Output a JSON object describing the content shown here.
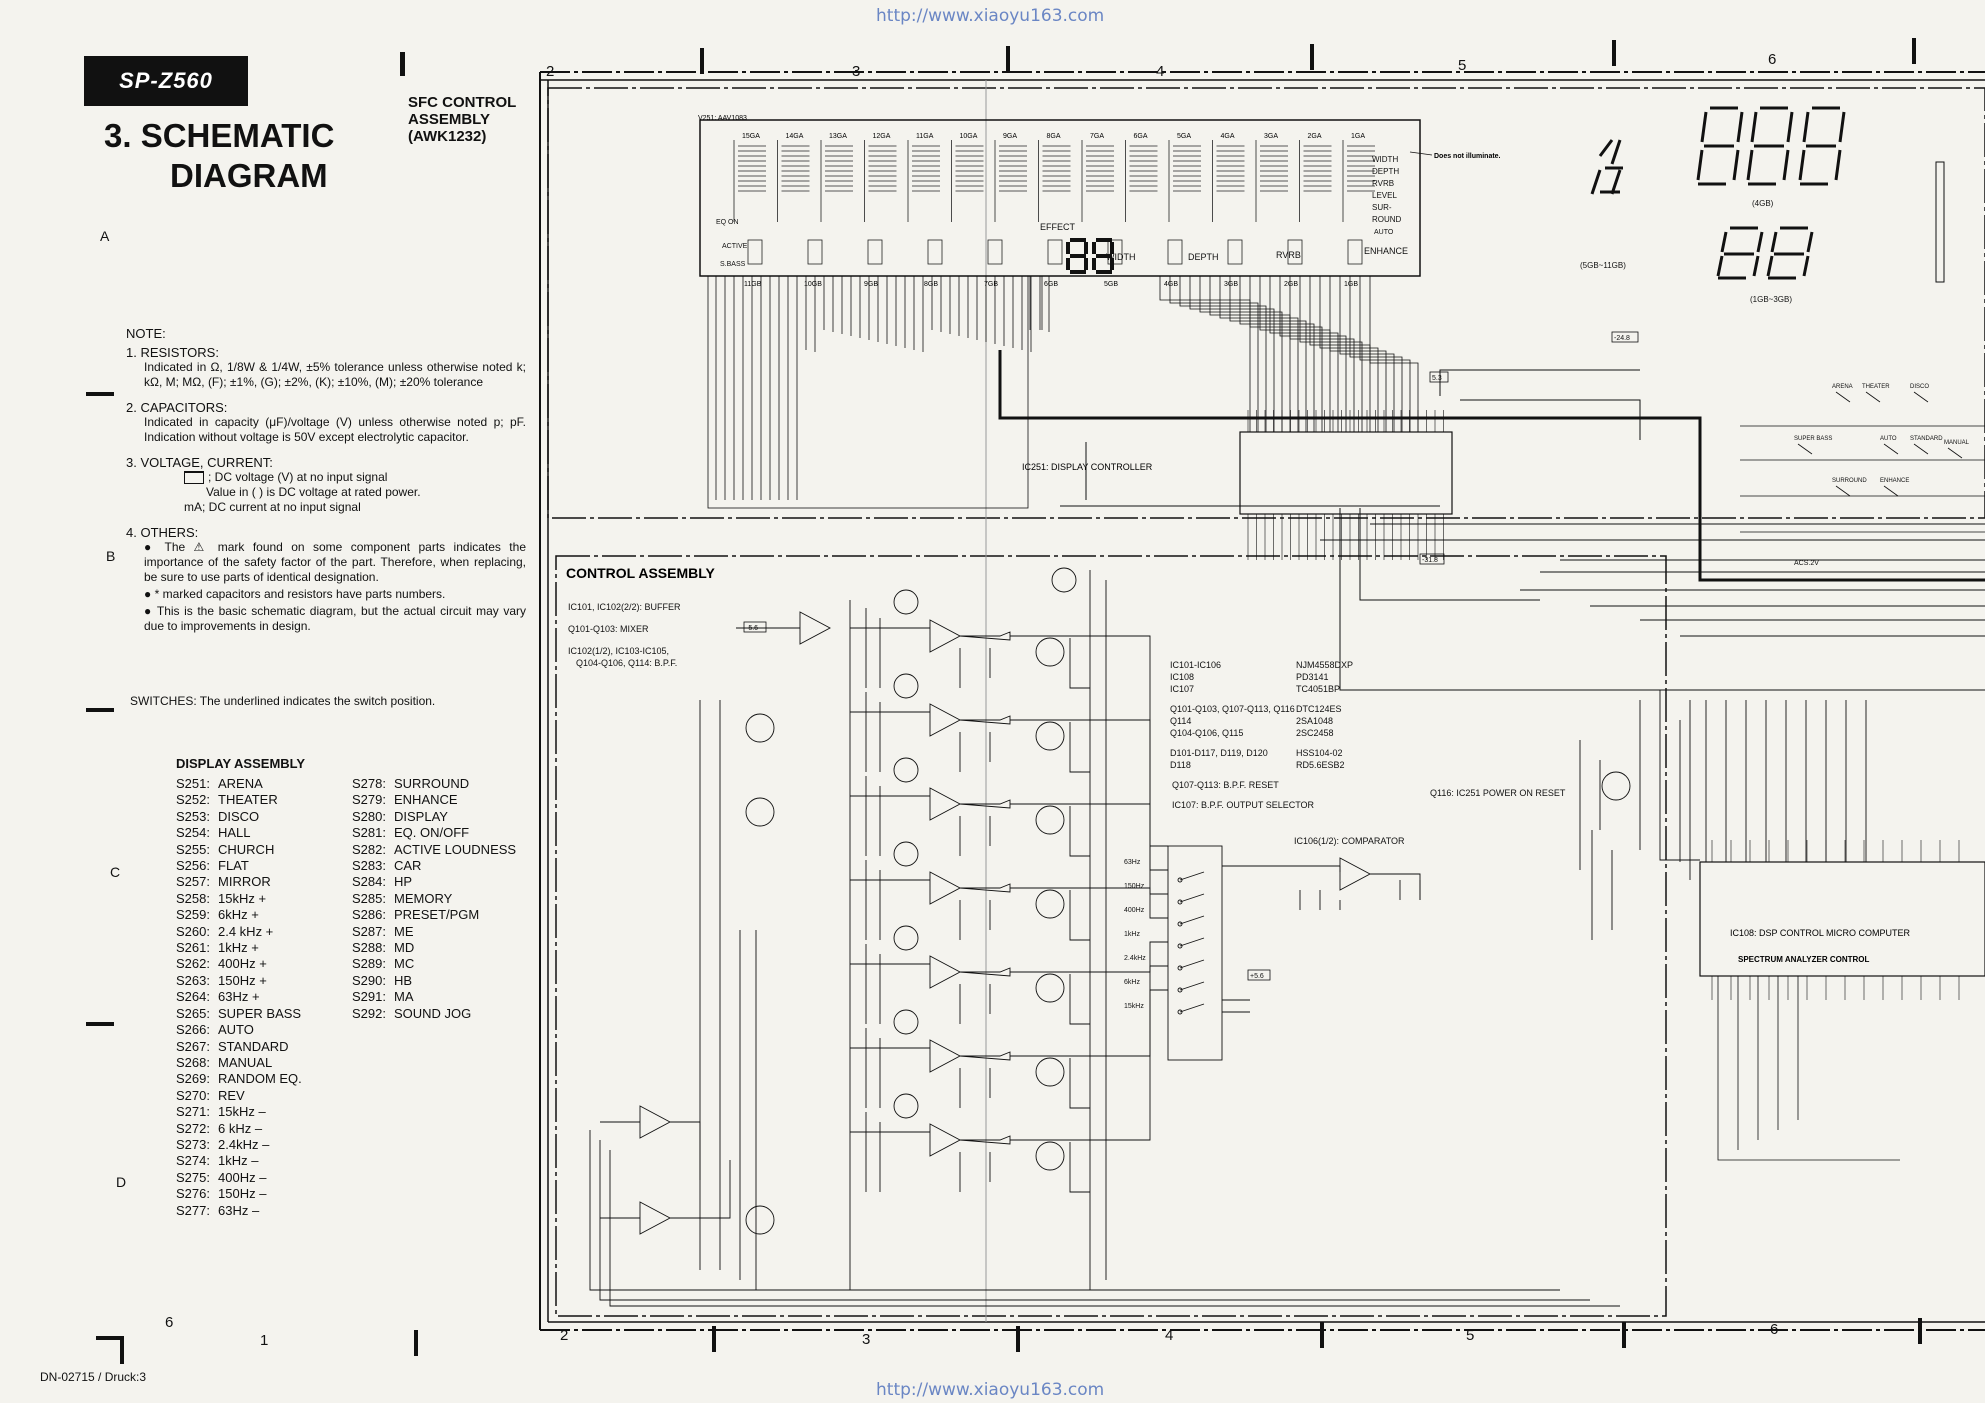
{
  "watermark_top": "http://www.xiaoyu163.com",
  "watermark_bottom": "http://www.xiaoyu163.com",
  "model": "SP-Z560",
  "section_title": [
    "3. SCHEMATIC",
    "DIAGRAM"
  ],
  "sfc_title": [
    "SFC CONTROL",
    "ASSEMBLY",
    "(AWK1232)"
  ],
  "row_letters": [
    "A",
    "B",
    "C",
    "D"
  ],
  "col_top": [
    "2",
    "3",
    "4",
    "5",
    "6"
  ],
  "col_bottom": [
    "2",
    "3",
    "4",
    "5",
    "6"
  ],
  "page_corner_left": "6",
  "page_corner_num": "1",
  "notes": {
    "heading": "NOTE:",
    "items": [
      {
        "title": "1. RESISTORS:",
        "body": "Indicated in Ω, 1/8W & 1/4W, ±5% tolerance unless otherwise noted k; kΩ, M; MΩ, (F); ±1%, (G); ±2%, (K); ±10%, (M); ±20% tolerance"
      },
      {
        "title": "2. CAPACITORS:",
        "body": "Indicated in capacity (μF)/voltage (V) unless otherwise noted p; pF. Indication without voltage is 50V except electrolytic capacitor."
      },
      {
        "title": "3. VOLTAGE, CURRENT:",
        "lines": [
          "; DC voltage (V) at no input signal",
          "Value in (   ) is DC voltage at rated power.",
          "mA; DC current at no input signal"
        ]
      },
      {
        "title": "4. OTHERS:",
        "bullets": [
          "The ⚠ mark found on some component parts indicates the importance of the safety factor of the part. Therefore, when replacing, be sure to use parts of identical designation.",
          "* marked capacitors and resistors have parts numbers.",
          "This is the basic schematic diagram, but the actual circuit may vary due to improvements in design."
        ]
      }
    ]
  },
  "switch_note": "SWITCHES: The underlined indicates the switch position.",
  "display_assembly": {
    "title": "DISPLAY ASSEMBLY",
    "col1": [
      [
        "S251:",
        "ARENA"
      ],
      [
        "S252:",
        "THEATER"
      ],
      [
        "S253:",
        "DISCO"
      ],
      [
        "S254:",
        "HALL"
      ],
      [
        "S255:",
        "CHURCH"
      ],
      [
        "S256:",
        "FLAT"
      ],
      [
        "S257:",
        "MIRROR"
      ],
      [
        "S258:",
        "15kHz +"
      ],
      [
        "S259:",
        "6kHz +"
      ],
      [
        "S260:",
        "2.4 kHz +"
      ],
      [
        "S261:",
        "1kHz +"
      ],
      [
        "S262:",
        "400Hz +"
      ],
      [
        "S263:",
        "150Hz +"
      ],
      [
        "S264:",
        "63Hz +"
      ],
      [
        "S265:",
        "SUPER BASS"
      ],
      [
        "S266:",
        "AUTO"
      ],
      [
        "S267:",
        "STANDARD"
      ],
      [
        "S268:",
        "MANUAL"
      ],
      [
        "S269:",
        "RANDOM EQ."
      ],
      [
        "S270:",
        "REV"
      ],
      [
        "S271:",
        "15kHz –"
      ],
      [
        "S272:",
        "6 kHz –"
      ],
      [
        "S273:",
        "2.4kHz –"
      ],
      [
        "S274:",
        "1kHz –"
      ],
      [
        "S275:",
        "400Hz –"
      ],
      [
        "S276:",
        "150Hz –"
      ],
      [
        "S277:",
        "63Hz –"
      ]
    ],
    "col2": [
      [
        "S278:",
        "SURROUND"
      ],
      [
        "S279:",
        "ENHANCE"
      ],
      [
        "S280:",
        "DISPLAY"
      ],
      [
        "S281:",
        "EQ. ON/OFF"
      ],
      [
        "S282:",
        "ACTIVE LOUDNESS"
      ],
      [
        "S283:",
        "CAR"
      ],
      [
        "S284:",
        "HP"
      ],
      [
        "S285:",
        "MEMORY"
      ],
      [
        "S286:",
        "PRESET/PGM"
      ],
      [
        "S287:",
        "ME"
      ],
      [
        "S288:",
        "MD"
      ],
      [
        "S289:",
        "MC"
      ],
      [
        "S290:",
        "HB"
      ],
      [
        "S291:",
        "MA"
      ],
      [
        "S292:",
        "SOUND JOG"
      ]
    ]
  },
  "footer_code": "DN-02715 / Druck:3",
  "schematic": {
    "vfd_label": "V251: AAV1083",
    "vfd_grids_top": [
      "15GA",
      "14GA",
      "13GA",
      "12GA",
      "11GA",
      "10GA",
      "9GA",
      "8GA",
      "7GA",
      "6GA",
      "5GA",
      "4GA",
      "3GA",
      "2GA",
      "1GA"
    ],
    "vfd_grids_bottom": [
      "11GB",
      "10GB",
      "9GB",
      "8GB",
      "7GB",
      "6GB",
      "5GB",
      "4GB",
      "3GB",
      "2GB",
      "1GB"
    ],
    "vfd_words": [
      "EFFECT",
      "WIDTH",
      "DEPTH",
      "RVRB",
      "ENHANCE",
      "ACTIVE",
      "S.BASS",
      "EQ ON",
      "AUTO"
    ],
    "vfd_right_words": [
      "WIDTH",
      "DEPTH",
      "RVRB",
      "LEVEL",
      "SUR-",
      "ROUND"
    ],
    "not_illuminate": "Does not illuminate.",
    "seg_caption_1": "(5GB~11GB)",
    "seg_caption_2": "(4GB)",
    "seg_caption_3": "(1GB~3GB)",
    "ic251_label": "IC251: DISPLAY CONTROLLER",
    "control_assembly": "CONTROL ASSEMBLY",
    "ctrl_legend": [
      "IC101, IC102(2/2): BUFFER",
      "Q101-Q103: MIXER",
      "IC102(1/2), IC103-IC105,",
      "Q104-Q106, Q114: B.P.F."
    ],
    "parts_list": [
      [
        "IC101-IC106",
        "NJM4558DXP"
      ],
      [
        "IC108",
        "PD3141"
      ],
      [
        "IC107",
        "TC4051BP"
      ],
      [
        "Q101-Q103, Q107-Q113, Q116",
        "DTC124ES"
      ],
      [
        "Q114",
        "2SA1048"
      ],
      [
        "Q104-Q106, Q115",
        "2SC2458"
      ],
      [
        "D101-D117, D119, D120",
        "HSS104-02"
      ],
      [
        "D118",
        "RD5.6ESB2"
      ]
    ],
    "q107_note": "Q107-Q113: B.P.F. RESET",
    "ic107_note": "IC107: B.P.F. OUTPUT SELECTOR",
    "ic106_note": "IC106(1/2): COMPARATOR",
    "q116_note": "Q116: IC251 POWER ON RESET",
    "ic108_note": "IC108: DSP CONTROL MICRO COMPUTER",
    "spectrum": "SPECTRUM ANALYZER CONTROL",
    "freq_taps": [
      "63Hz",
      "150Hz",
      "400Hz",
      "1kHz",
      "2.4kHz",
      "6kHz",
      "15kHz"
    ],
    "display_switch_labels": [
      "ARENA",
      "THEATER",
      "DISCO",
      "MANUAL",
      "SUPER BASS",
      "AUTO",
      "STANDARD",
      "SURROUND",
      "ENHANCE"
    ],
    "volt_tags": [
      "-5.6",
      "+5.6",
      "-24.8",
      "5.3",
      "-31.8",
      "ACS.2V"
    ]
  }
}
